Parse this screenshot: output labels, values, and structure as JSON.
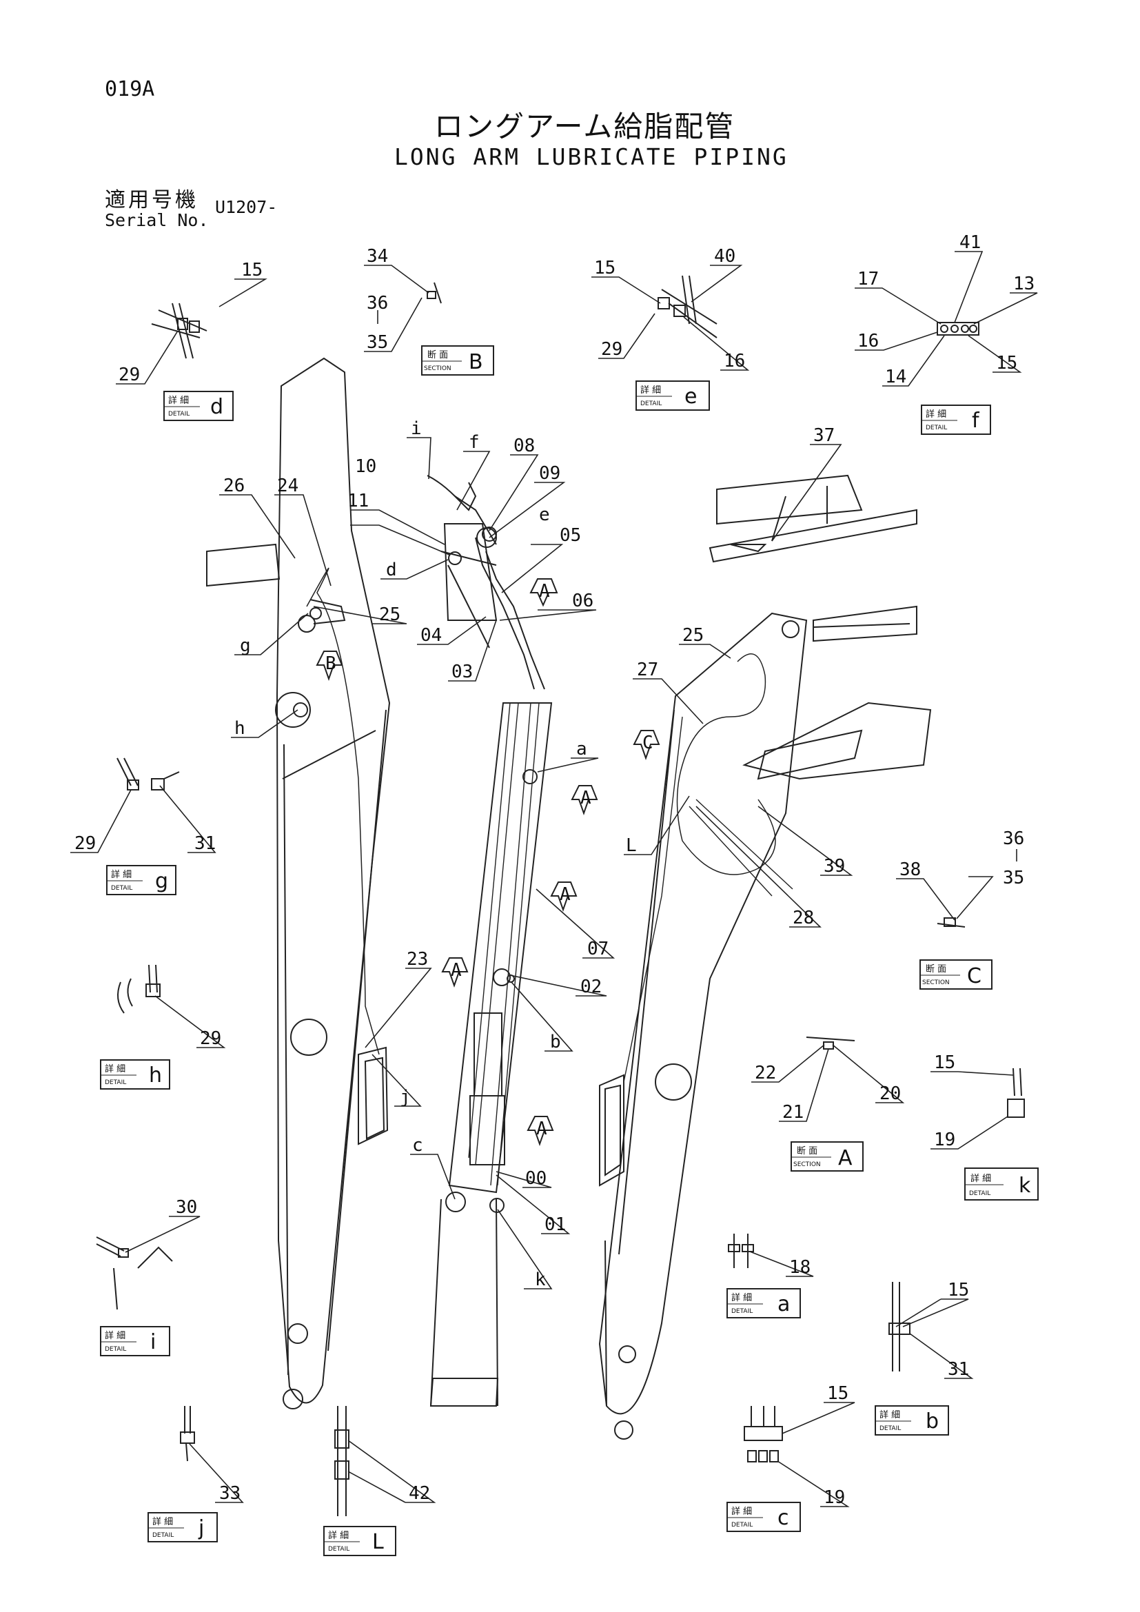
{
  "header": {
    "page_code": "019A",
    "title_jp": "ロングアーム給脂配管",
    "title_en": "LONG ARM LUBRICATE PIPING",
    "serial_label_jp": "適用号機",
    "serial_label_en": "Serial No.",
    "serial_value": "U1207-"
  },
  "tag_words": {
    "detail_jp": "詳 細",
    "detail_en": "DETAIL",
    "section_jp": "断 面",
    "section_en": "SECTION"
  },
  "part_numbers": [
    "00",
    "01",
    "02",
    "03",
    "04",
    "05",
    "06",
    "07",
    "08",
    "09",
    "10",
    "11",
    "13",
    "14",
    "15",
    "16",
    "17",
    "18",
    "19",
    "20",
    "21",
    "22",
    "23",
    "24",
    "25",
    "26",
    "27",
    "28",
    "29",
    "30",
    "31",
    "33",
    "34",
    "35",
    "36",
    "37",
    "38",
    "39",
    "40",
    "41",
    "42"
  ],
  "detail_letters": [
    "a",
    "b",
    "c",
    "d",
    "e",
    "f",
    "g",
    "h",
    "i",
    "j",
    "k",
    "L"
  ],
  "section_letters": [
    "A",
    "B",
    "C"
  ],
  "view_arrow_letters": [
    "A",
    "B",
    "C"
  ],
  "callouts": {
    "d15": "15",
    "d29": "29",
    "secB34": "34",
    "secB36": "36",
    "secB35": "35",
    "e15": "15",
    "e40": "40",
    "e29": "29",
    "e16": "16",
    "f41": "41",
    "f17": "17",
    "f13": "13",
    "f16": "16",
    "f14": "14",
    "f15": "15",
    "c37": "37",
    "c26": "26",
    "c24": "24",
    "c25a": "25",
    "cg": "g",
    "ch": "h",
    "ci": "i",
    "cf": "f",
    "c10": "10",
    "c08": "08",
    "c09": "09",
    "c11": "11",
    "ce": "e",
    "c05": "05",
    "cd": "d",
    "c06": "06",
    "c04": "04",
    "c03": "03",
    "c25b": "25",
    "c27": "27",
    "cL": "L",
    "c39": "39",
    "c28": "28",
    "ca": "a",
    "c07": "07",
    "c02": "02",
    "cb": "b",
    "c23": "23",
    "cj": "j",
    "cc": "c",
    "c00": "00",
    "c01": "01",
    "ck": "k",
    "g29": "29",
    "g31": "31",
    "h29": "29",
    "secC36": "36",
    "secC38": "38",
    "secC35": "35",
    "secA22": "22",
    "secA20": "20",
    "secA21": "21",
    "k15": "15",
    "k19": "19",
    "i30": "30",
    "a18": "18",
    "b15": "15",
    "b31": "31",
    "cc15": "15",
    "cc19": "19",
    "j33": "33",
    "L42": "42"
  }
}
